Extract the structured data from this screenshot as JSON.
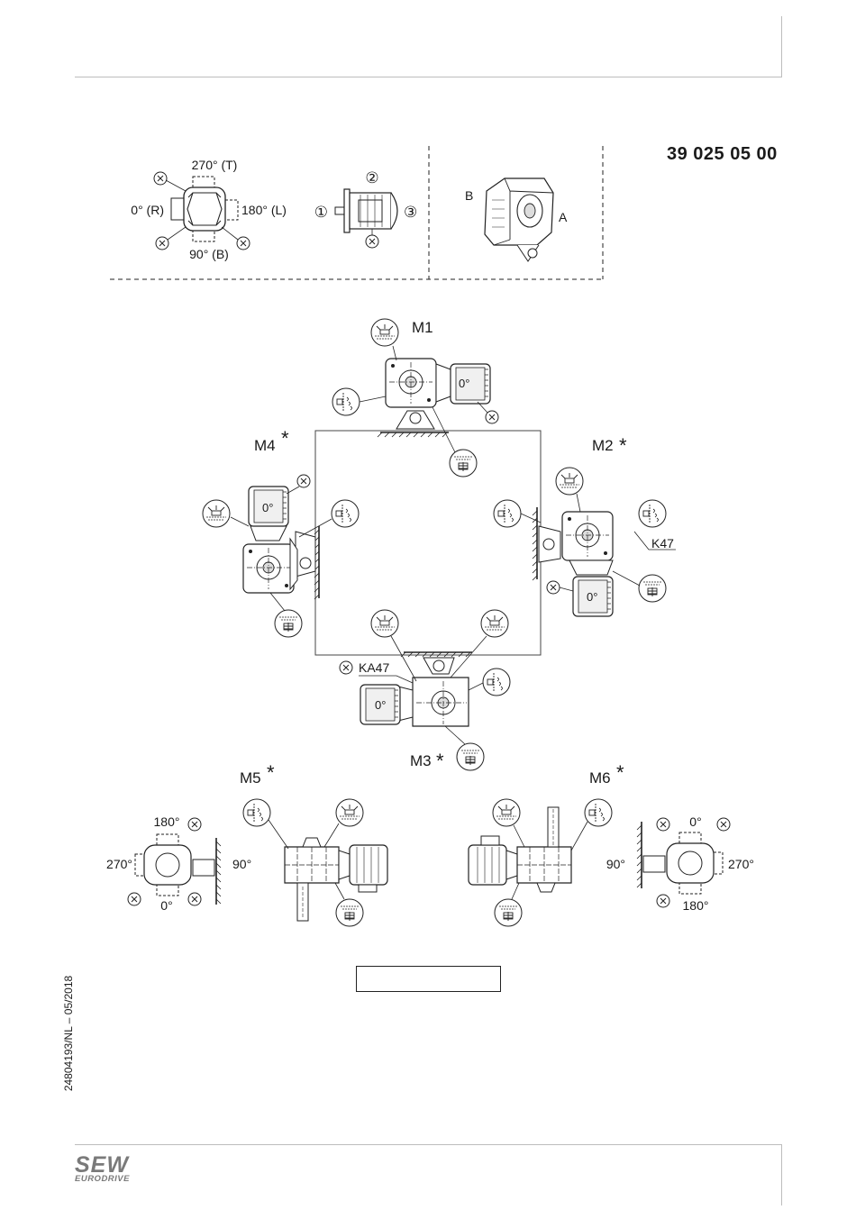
{
  "document": {
    "number": "39 025 05 00",
    "side_code": "24804193/NL – 05/2018"
  },
  "logo": {
    "main": "SEW",
    "sub": "EURODRIVE"
  },
  "orientation_legend": {
    "top": "270° (T)",
    "left": "0° (R)",
    "right": "180° (L)",
    "bottom": "90° (B)",
    "marker": "X",
    "side_numbers": [
      "①",
      "②",
      "③"
    ]
  },
  "housing_legend": {
    "side_b": "B",
    "side_a": "A"
  },
  "positions": {
    "m1": "M1",
    "m2": "M2",
    "m3": "M3",
    "m4": "M4",
    "m5": "M5",
    "m6": "M6",
    "asterisk": "*"
  },
  "labels": {
    "k47": "K47",
    "ka47": "KA47",
    "motor_zero": "0°"
  },
  "m5_angles": {
    "top": "180°",
    "left": "270°",
    "right": "90°",
    "bottom": "0°"
  },
  "m6_angles": {
    "top": "0°",
    "left": "90°",
    "right": "270°",
    "bottom": "180°"
  }
}
